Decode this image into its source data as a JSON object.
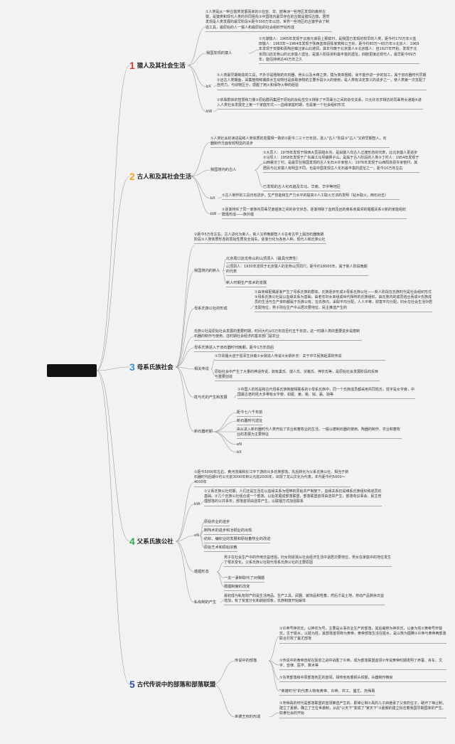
{
  "root": {
    "label": ""
  },
  "colors": {
    "s1": "#d23b2c",
    "s2": "#f2a51e",
    "s3": "#3a8fd8",
    "s4": "#3aa64a",
    "s5": "#2b4fb0",
    "wire": "#9a9a9a"
  },
  "sections": [
    {
      "num": "1",
      "title": "猿人及其社会生活",
      "intro": "①人类是从一种古猿类发展而来的②在亚、非、欧等洲一些地区发现的森林古猿，是猿类和现代人类的共同祖先③中国境内最早存在的古猿是腊玛古猿，居然发现是人类发展的最早阶段④距今300万年以前，世界一些地区的古猿学会了制造工具，最原始的人一猿人和最原始的社会组织开始形成",
      "found_label": "我国发现的猿人",
      "found_text": "①元谋猿人：1965年发现于云南元谋县上那蚌村，是我国已发现的较早的人类，距今约170万年②蓝田猿人：1963年～1964年发现于陕西蓝田县陈家窝和公王岭，距今约80万～65万年③北京人：1969年发现于安徽和县陶店镇汪家山北坡洞，其年代晚于北京猿人④北京猿人：自1927年开始，发现于北京周口店龙骨山的北京猿人遗址，是猿人阶段资料最丰富的遗址，四肢更接近现代人，最早距今69万年，能估持续达40万年之久",
      "bx_label": "bX",
      "bx_text": "①人类最早期制造的工具，不外乎是粗制的石刻器、骨头以及木棒之类，猿为简单粗糙，尚不能作进一步的加工，属于旧石器时代早期②远古人类捕鱼、采集植物和捕获水生动物也是获取食物的主要手段③火的使用，是人类有决定意义的进步之一，使人类第一次支配了自然力，与动物区分，把握了用火和保存火种的经验",
      "bw_label": "bW",
      "bw_text": "①依靠群体的智慧和力量②原始群而集团于原始的杂乱性交③排除了不同辈分之间的杂交关系，只允许年岁相仿的同辈男女通婚④进入人类社会发展史上第一个家庭形式——血缘家庭时期，也是第一个社会组织形式"
    },
    {
      "num": "2",
      "title": "古人和及其社会生活",
      "intro": "①人类社会的演进是和人类体质的发展相一致的②距今二三十万年前，进入\"古人\"阶段③\"古人\"又称早期智人，石器制作方面有较明显的进步",
      "found_label": "我国境内的古人",
      "found_text": "①大荔人：1978年发现于陕西大荔县甜水沟，是由猿人向古人过渡形态的代表，比北京猿人更进步②马坝人：1958年发现于广东曲江马坝镇狮子山，是属于古人阶段的人类③丁村人：1954年发现于山西襄汾丁村，是最早在我国发现的古人化石④许家窑人：1976年发现于山西阳高县许家窑村，其居民与北京猿人有明显不同，也是中国发现古人化石最丰富的遗址之一，距今10万年左右",
      "found_text2": "已发现的古人化石遍及华北、华南、华中等地区",
      "bx_label": "bX",
      "bx_text": "①古人制作的工具日有进步，生产技能和生产力水平的提高②人工取火方法的发明（钻木取火，两石对击）",
      "bw_label": "bW",
      "bw_text": "①逐渐排斥了同一家族内同辈兄弟姐妹之间的杂交状态，逐渐排除了血统及远的旁系亲属间的婚姻关系②新的家庭组织群婚形成——族外婚"
    },
    {
      "num": "3",
      "title": "母系氏族社会",
      "intro": "①距今5万年左右，古人进化为新人，新人又称晚期智人②在考古学上属旧石器晚期阶段③人类体质形态的原始性质完全消失，逐渐分化为各色人种，现代人和氏族公社",
      "new_label": "我国境内的新人",
      "new_items": [
        "北京周口店龙骨山的山顶洞人（最具代表性）",
        "山顶洞人：1930年发现于北京猿人的龙骨山顶洞穴，距今约18000年，属于新人阶段晚期的代表",
        "新人时期生产技术的发展"
      ],
      "form_label": "母系氏族公社的形成",
      "form_text": "①由亲缘配偶逐渐产生了母系氏族的群体，氏族逐步形成②母系氏族公社——新人阶段在氏族时代是社会组织形式③母系氏族公社是以血缘关系为基础，由老年妇女来组成世代相传的氏族组织，由氏族内的成员结合而成④氏族成员的生活与生产资料都属于氏族公有，在氏族内，采取平均分配，人人平等，财富平均分配，妇女在社会生活中居支配地位，男子则在生产中占居次要地位，民主推选产生的",
      "era": "氏族公社是原始社会发展的重要时期，时间大约从5万年前至约五千年前，这一时期人类的重要进步是磨制石器的制作与使用，这时期社会经济的基本部门是农业",
      "era2": "母系氏族进入于旧石器时代晚期，距今1万年前后",
      "leg_label": "相关传说",
      "leg_items": [
        "①华胥履大迹于雷泽生伏羲②女娲造人传说③女娲补天：关于中华民族起源的传说",
        "原始社会中产生了大量的神话传说，如有巢氏、燧人氏、伏羲氏、神农氏等，是原始社会发展阶段的反映与重要创造"
      ],
      "dev_label": "姓与氏的产生和发展",
      "dev_text": "①中国人的姓是和古代母系氏族制度相联系的②母系氏族中，同一个氏族成员都采用共同姓氏，姓字是女字旁，中国最古老的姓大多带有女字旁，如姬、姜、姚、姒、嬴、妫等",
      "neo_label": "新石器时期",
      "neo_items": [
        "距今七八千年前",
        "新石器时代遗址",
        "由从进入新石器时代人类开始了农业和畜牧业的生活，一般以磨制石器的使用、陶器的制作、农业和畜牧业的发展为主要特征",
        "eN",
        "bX"
      ]
    },
    {
      "num": "4",
      "title": "父系氏族公社",
      "intro": "①距今5000年左右，黄河流域和长江中下游的众多氏族部落，先后转化为父系氏族公社。相当于新石器时代后期②约公元前3000年到公元前2000年，出现了龙山文化为代表，年代距今约5000～4000年",
      "bw_label": "bW",
      "bw_text": "①父系氏族公社时期，人们还是生活在以血缘关系为纽带的原始共产制度下，血缘关系仍是维系氏族组织和成员的基础。②几个氏族公社组合成一个部落，以后发展成部落联盟，部落联盟首领由选举产生，部落有议事会，民主管理部落的公共事务，部落首领由选举产生，以联姻方式加强联系",
      "en_label": "eN",
      "en_items": [
        "原始农业的进步",
        "制陶术的进步和冶铜业的出现",
        "纺织、编织业的发展和原始畜牧业的改进",
        "原始艺术和原始宗教"
      ],
      "mar_label": "婚姻形态",
      "mar_items": [
        "男子在社会生产中的作用日益增强，妇女则逐渐从社会经济生活中退居次要地位，男女在家庭中的地位发生了根本变化，父系氏族公社取代母系氏族公社的主要原因",
        "一夫一妻制取代了对偶婚",
        "婚姻制度的改变"
      ],
      "priv_label": "私有制的产生",
      "priv_text": "最初成为私有财产的是生活用品、生产工具、武器、装饰品和牲畜，然后才是土地，劳动产品剩余日益增加，有了贫富分化和剥削现象，氏族制度开始解体"
    },
    {
      "num": "5",
      "title": "古代传说中的部落和部落联盟",
      "leg_label": "传说中的部落",
      "leg_items": [
        "①炎帝号神农氏，以神农为号，主要是从事农业生产的部落，其后裔称为神农氏，以姜为姓②黄帝号轩辕氏，生于姬水，以姬为姓，其部落首领称为黄帝，黄帝部落生活在姬水，是以熊为图腾③炎帝与黄帝两部落联合打败了蚩尤部落",
        "①传说中的黄帝曾经在阪泉之战中战胜了炎帝，成为部落联盟首领②传说黄帝时期发明了养蚕、舟车、文字、音律、医学、算术等",
        "①东夷部落和中原部落地区的首领，相传他有着铜头铁额，兵器制作精良",
        "\"英雄时代\"的代表人物有黄帝、炎帝、共工、蚩尤、尧舜禹"
      ],
      "ab_label": "世袭王权的形成",
      "ab_text": "①尧舜禹的时代是部落联盟的首领推选产生的，即禅让制②禹的儿子启继承了父亲的位子，破坏了禅让制，建立了夏朝，确立了王位世袭制，从此\"公天下\"变成了\"家天下\"③夏朝的建立标志着我国早期国家的产生，奴隶社会的开始"
    }
  ]
}
